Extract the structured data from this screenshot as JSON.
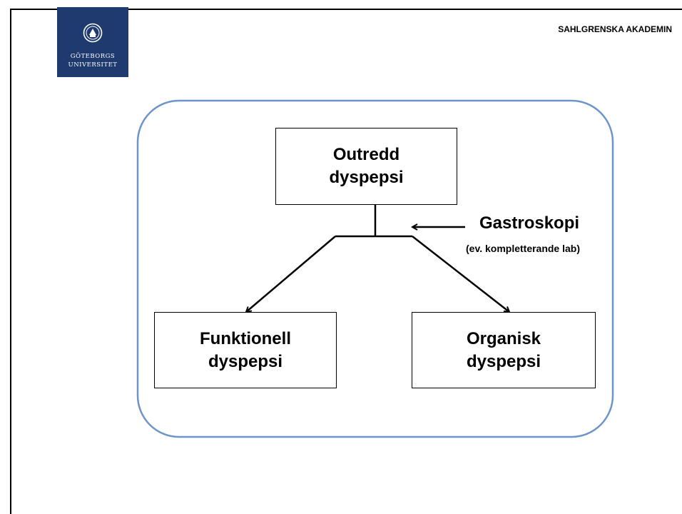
{
  "logo": {
    "line1": "GÖTEBORGS",
    "line2": "UNIVERSITET",
    "color": "#1f3a6e"
  },
  "header": {
    "organization": "SAHLGRENSKA AKADEMIN"
  },
  "diagram": {
    "container_border_color": "#6d95c9",
    "nodes": {
      "top": {
        "line1": "Outredd",
        "line2": "dyspepsi"
      },
      "left": {
        "line1": "Funktionell",
        "line2": "dyspepsi"
      },
      "right": {
        "line1": "Organisk",
        "line2": "dyspepsi"
      }
    },
    "annotation": {
      "title": "Gastroskopi",
      "subtitle": "(ev. kompletterande lab)"
    }
  }
}
